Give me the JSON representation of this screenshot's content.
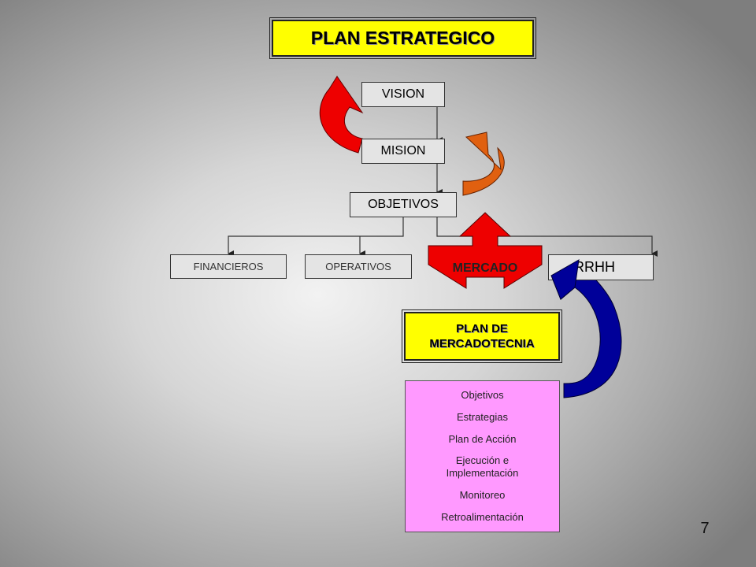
{
  "title": "PLAN ESTRATEGICO",
  "nodes": {
    "vision": "VISION",
    "mision": "MISION",
    "objetivos": "OBJETIVOS",
    "financieros": "FINANCIEROS",
    "operativos": "OPERATIVOS",
    "mercado": "MERCADO",
    "rrhh": "RRHH"
  },
  "plan_mercadotecnia": {
    "line1": "PLAN DE",
    "line2": "MERCADOTECNIA"
  },
  "mkt_items": [
    "Objetivos",
    "Estrategias",
    "Plan de Acción",
    "Ejecución e Implementación",
    "Monitoreo",
    "Retroalimentación"
  ],
  "page_number": "7",
  "colors": {
    "title_bg": "#ffff00",
    "list_bg": "#ff99ff",
    "arrow_red": "#ff0000",
    "arrow_orange": "#e06010",
    "arrow_blue": "#000099"
  }
}
